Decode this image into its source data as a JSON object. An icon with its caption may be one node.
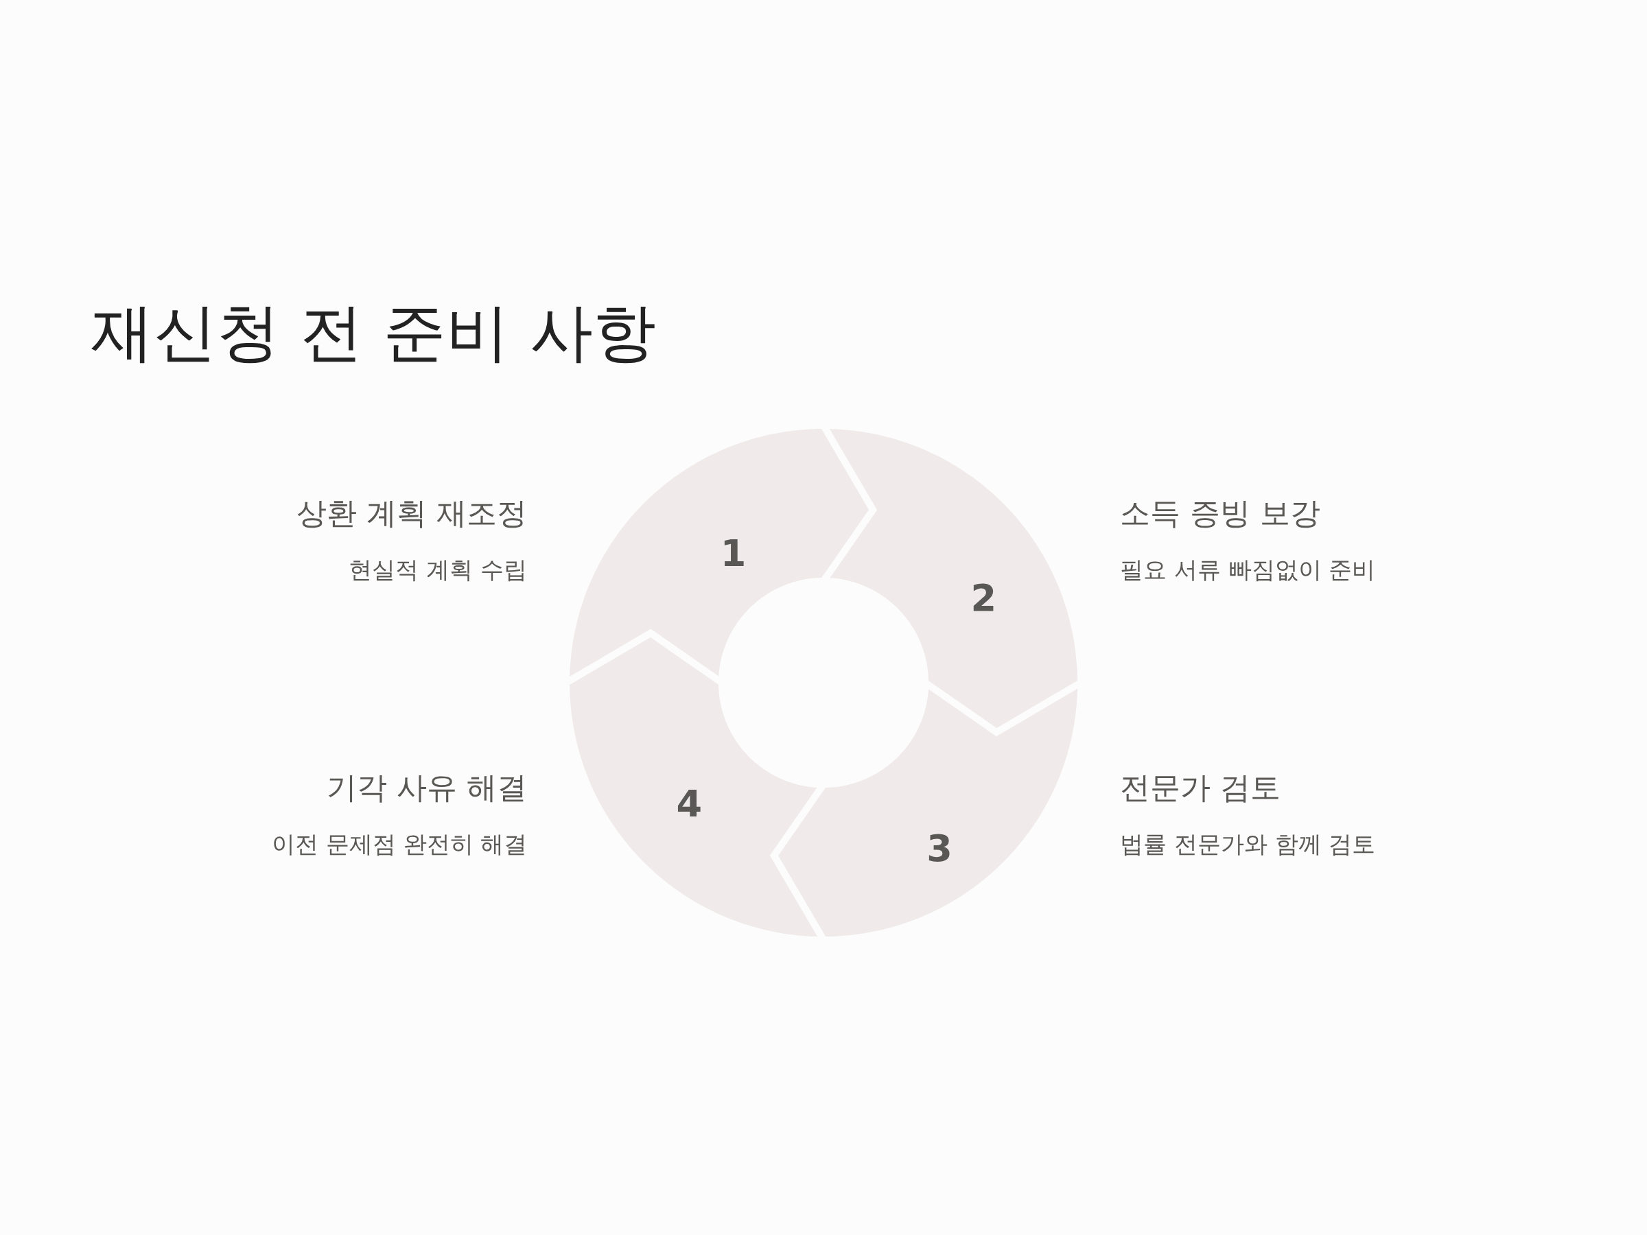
{
  "diagram": {
    "title": "재신청 전 준비 사항",
    "nodes": [
      {
        "text": [
          "1"
        ],
        "beside": [
          "상환 계획 재조정",
          "현실적 계획 수립"
        ]
      },
      {
        "text": [
          "2"
        ],
        "beside": [
          "소득 증빙 보강",
          "필요 서류 빠짐없이 준비"
        ]
      },
      {
        "text": [
          "3"
        ],
        "beside": [
          "전문가 검토",
          "법률 전문가와 함께 검토"
        ]
      },
      {
        "text": [
          "4"
        ],
        "beside": [
          "기각 사유 해결",
          "이전 문제점 완전히 해결"
        ]
      }
    ]
  }
}
